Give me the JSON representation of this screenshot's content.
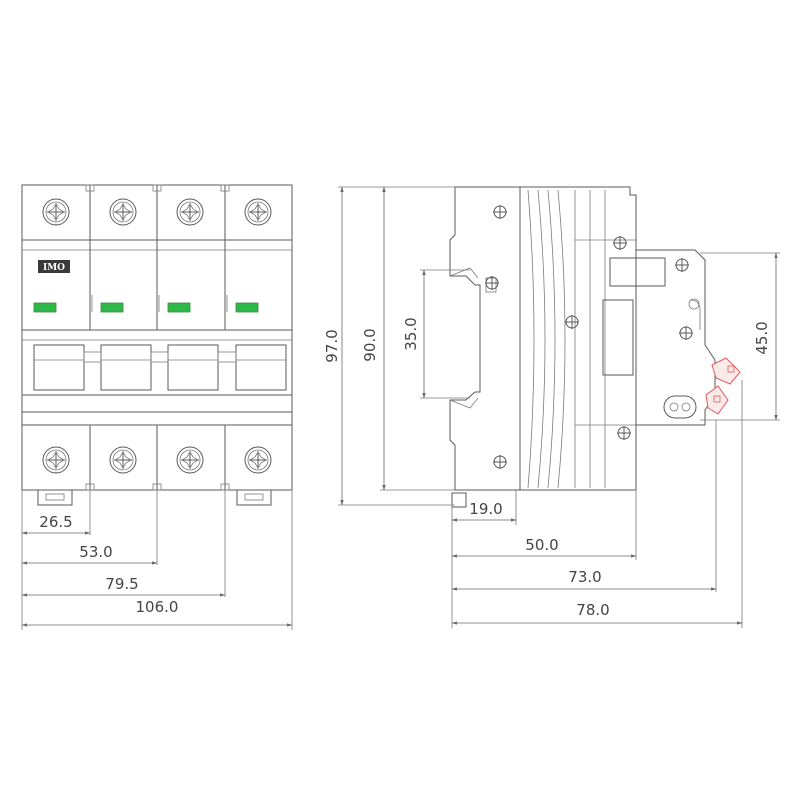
{
  "brand": "IMO",
  "front_view": {
    "indicator_color": "#2fb84a",
    "dimensions": {
      "d1": "26.5",
      "d2": "53.0",
      "d3": "79.5",
      "d4": "106.0"
    }
  },
  "side_view": {
    "accent_color": "#e05a5a",
    "dimensions": {
      "height_total": "97.0",
      "height_body": "90.0",
      "din_rail": "35.0",
      "front_height": "45.0",
      "rail_depth": "19.0",
      "depth_50": "50.0",
      "depth_73": "73.0",
      "depth_78": "78.0"
    }
  }
}
